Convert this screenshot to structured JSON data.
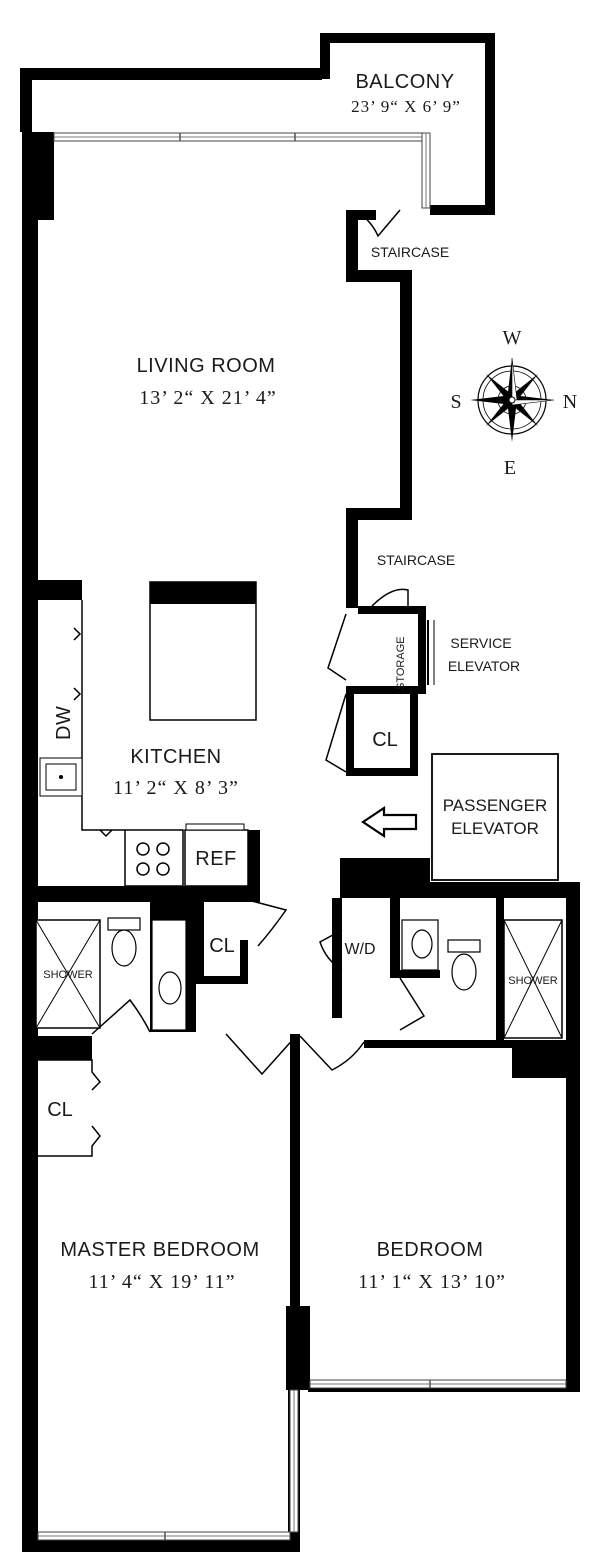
{
  "rooms": {
    "balcony": {
      "name": "BALCONY",
      "dims": "23’ 9“ X 6’ 9”"
    },
    "living_room": {
      "name": "LIVING ROOM",
      "dims": "13’ 2“ X 21’ 4”"
    },
    "kitchen": {
      "name": "KITCHEN",
      "dims": "11’ 2“ X 8’ 3”"
    },
    "master_bedroom": {
      "name": "MASTER BEDROOM",
      "dims": "11’ 4“ X 19’ 11”"
    },
    "bedroom": {
      "name": "BEDROOM",
      "dims": "11’ 1“ X 13’ 10”"
    }
  },
  "labels": {
    "staircase_top": "STAIRCASE",
    "staircase_mid": "STAIRCASE",
    "storage": "STORAGE",
    "service_elevator_1": "SERVICE",
    "service_elevator_2": "ELEVATOR",
    "passenger_elevator_1": "PASSENGER",
    "passenger_elevator_2": "ELEVATOR",
    "dw": "DW",
    "ref": "REF",
    "cl_hall": "CL",
    "cl_kitchen": "CL",
    "cl_master": "CL",
    "wd": "W/D",
    "shower_left": "SHOWER",
    "shower_right": "SHOWER"
  },
  "compass": {
    "north": "N",
    "south": "S",
    "east": "E",
    "west": "W"
  }
}
